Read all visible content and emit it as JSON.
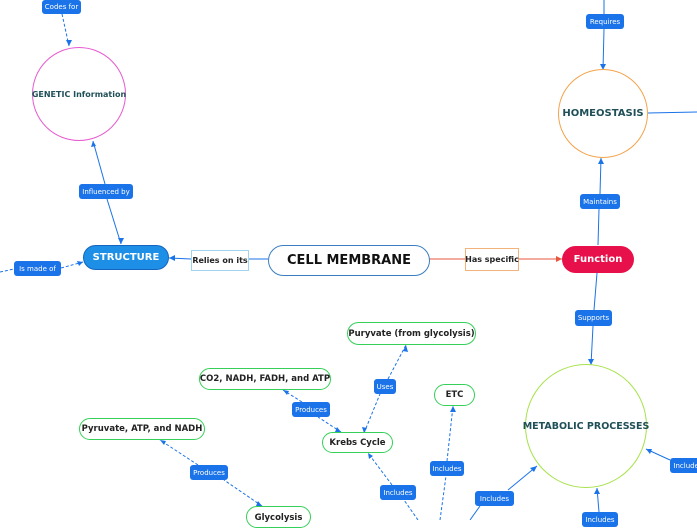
{
  "main_topic": "CELL MEMBRANE",
  "nodes": {
    "structure": "STRUCTURE",
    "function": "Function",
    "genetic": "GENETIC Information",
    "homeostasis": "HOMEOSTASIS",
    "metabolic": "METABOLIC PROCESSES",
    "krebs": "Krebs Cycle",
    "pyruvate_glycolysis": "Puryvate (from glycolysis)",
    "co2": "CO2, NADH, FADH, and ATP",
    "etc": "ETC",
    "pyruvate_atp": "Pyruvate, ATP, and NADH",
    "glycolysis": "Glycolysis"
  },
  "links": {
    "relies_on_its": "Relies on its",
    "has_specific": "Has specific",
    "codes_for": "Codes for",
    "influenced_by": "Influenced by",
    "is_made_of": "Is made of",
    "requires": "Requires",
    "maintains": "Maintains",
    "supports": "Supports",
    "uses": "Uses",
    "produces_krebs": "Produces",
    "produces_glycolysis": "Produces",
    "includes_krebs": "Includes",
    "includes_etc": "Includes",
    "includes_metabolic": "Includes",
    "includes_bottom": "Includes",
    "includes_right": "Includes"
  },
  "colors": {
    "link_blue": "#1a73e8",
    "cell_membrane_border": "#3a7ebf",
    "structure_fill": "#1e8fe6",
    "function_fill": "#e8104a",
    "genetic_border": "#e75ad0",
    "homeostasis_border": "#f2a34a",
    "metabolic_border": "#a6e24a",
    "process_border": "#34d058",
    "relies_border": "#9fd3ee",
    "has_specific_border": "#f2b37a",
    "connector_red": "#e8553c"
  }
}
